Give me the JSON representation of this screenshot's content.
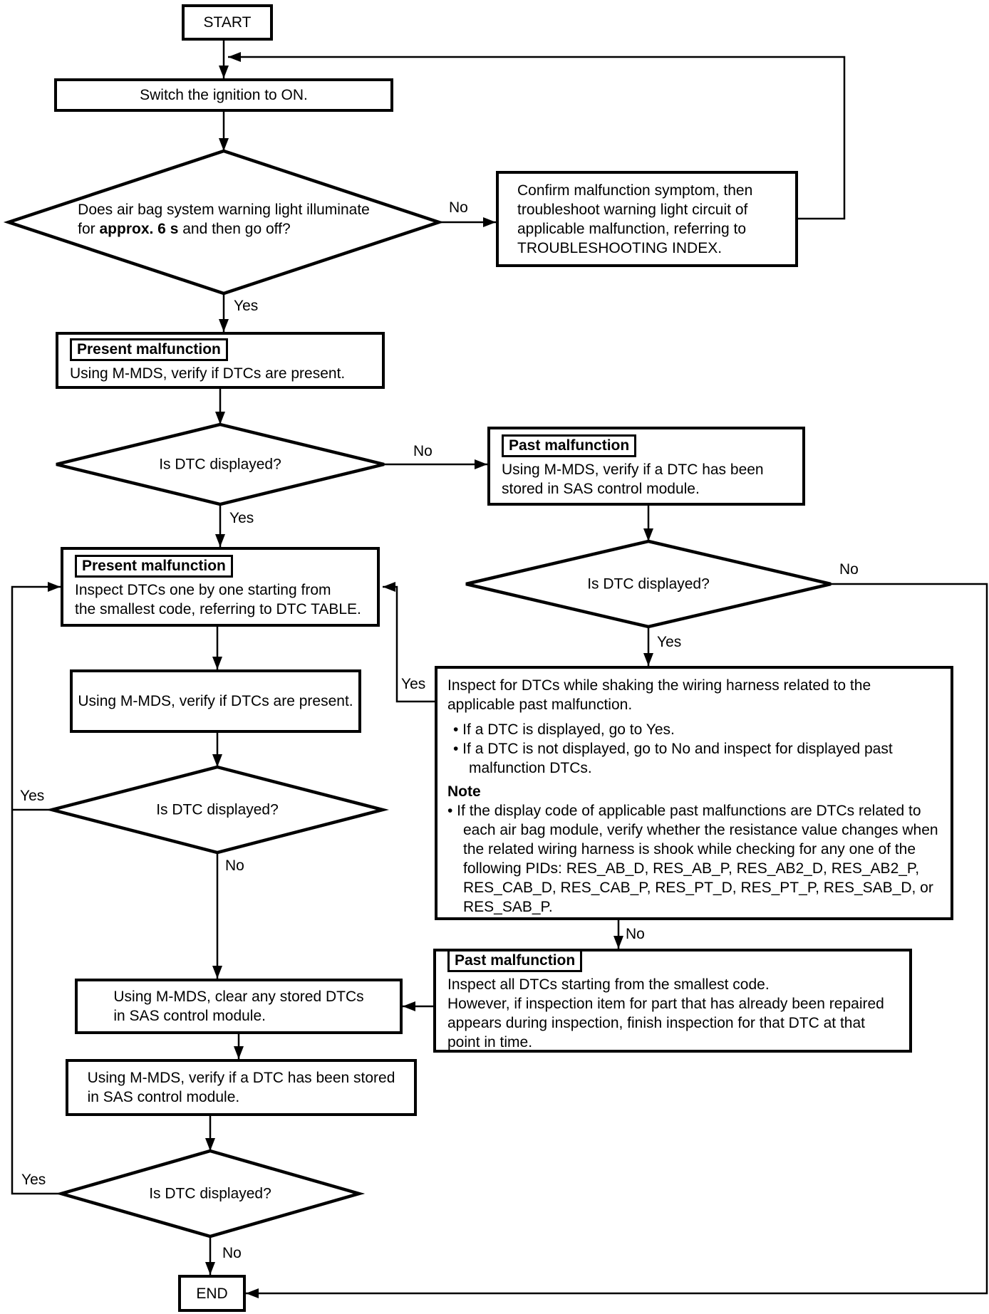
{
  "nodes": {
    "start": {
      "text": "START"
    },
    "end": {
      "text": "END"
    },
    "ignition": {
      "text": "Switch the ignition to ON."
    },
    "d1": {
      "line1": "Does air bag system warning light illuminate",
      "line2_pre": "for ",
      "line2_bold": "approx. 6 s",
      "line2_post": " and then go off?"
    },
    "confirm": {
      "lines": [
        "Confirm malfunction symptom, then",
        "troubleshoot warning light circuit of",
        "applicable malfunction, referring to",
        "TROUBLESHOOTING INDEX."
      ]
    },
    "present1": {
      "label": "Present malfunction",
      "lines": [
        "Using M-MDS, verify if DTCs are present."
      ]
    },
    "past1": {
      "label": "Past malfunction",
      "lines": [
        "Using M-MDS, verify if a DTC has been",
        "stored in SAS control module."
      ]
    },
    "present2": {
      "label": "Present malfunction",
      "lines": [
        "Inspect DTCs one by one starting from",
        "the smallest code, referring to DTC TABLE."
      ]
    },
    "verify_mid": {
      "text": "Using M-MDS, verify if DTCs are present."
    },
    "d2": {
      "text": "Is DTC displayed?"
    },
    "d3": {
      "text": "Is DTC displayed?"
    },
    "dmid": {
      "text": "Is DTC displayed?"
    },
    "d4": {
      "text": "Is DTC displayed?"
    },
    "inspect_box": {
      "para_lines": [
        "Inspect for DTCs while shaking the wiring harness related to the",
        "applicable past malfunction."
      ],
      "bullet1": "• If a DTC is displayed, go to Yes.",
      "bullet2_lines": [
        "• If a DTC is not displayed, go to No and inspect for displayed past",
        "malfunction DTCs."
      ],
      "note_title": "Note",
      "note_lines": [
        "• If the display code of applicable past malfunctions are DTCs related to",
        "each air bag module, verify whether the resistance value changes when",
        "the related wiring harness is shook while checking for any one of the",
        "following PIDs: RES_AB_D, RES_AB_P, RES_AB2_D, RES_AB2_P,",
        "RES_CAB_D, RES_CAB_P, RES_PT_D, RES_PT_P, RES_SAB_D, or",
        "RES_SAB_P."
      ]
    },
    "past2": {
      "label": "Past malfunction",
      "lines": [
        "Inspect all DTCs starting from the smallest code.",
        "However, if inspection item for part that has already been repaired",
        "appears during inspection, finish inspection for that DTC at that",
        "point in time."
      ]
    },
    "clear": {
      "lines": [
        "Using M-MDS, clear any stored DTCs",
        "in SAS control module."
      ]
    },
    "verify2": {
      "lines": [
        "Using M-MDS, verify if a DTC has been stored",
        "in SAS control module."
      ]
    }
  },
  "edge_labels": {
    "yes": "Yes",
    "no": "No"
  },
  "colors": {
    "ink": "#000000",
    "paper": "#ffffff"
  }
}
